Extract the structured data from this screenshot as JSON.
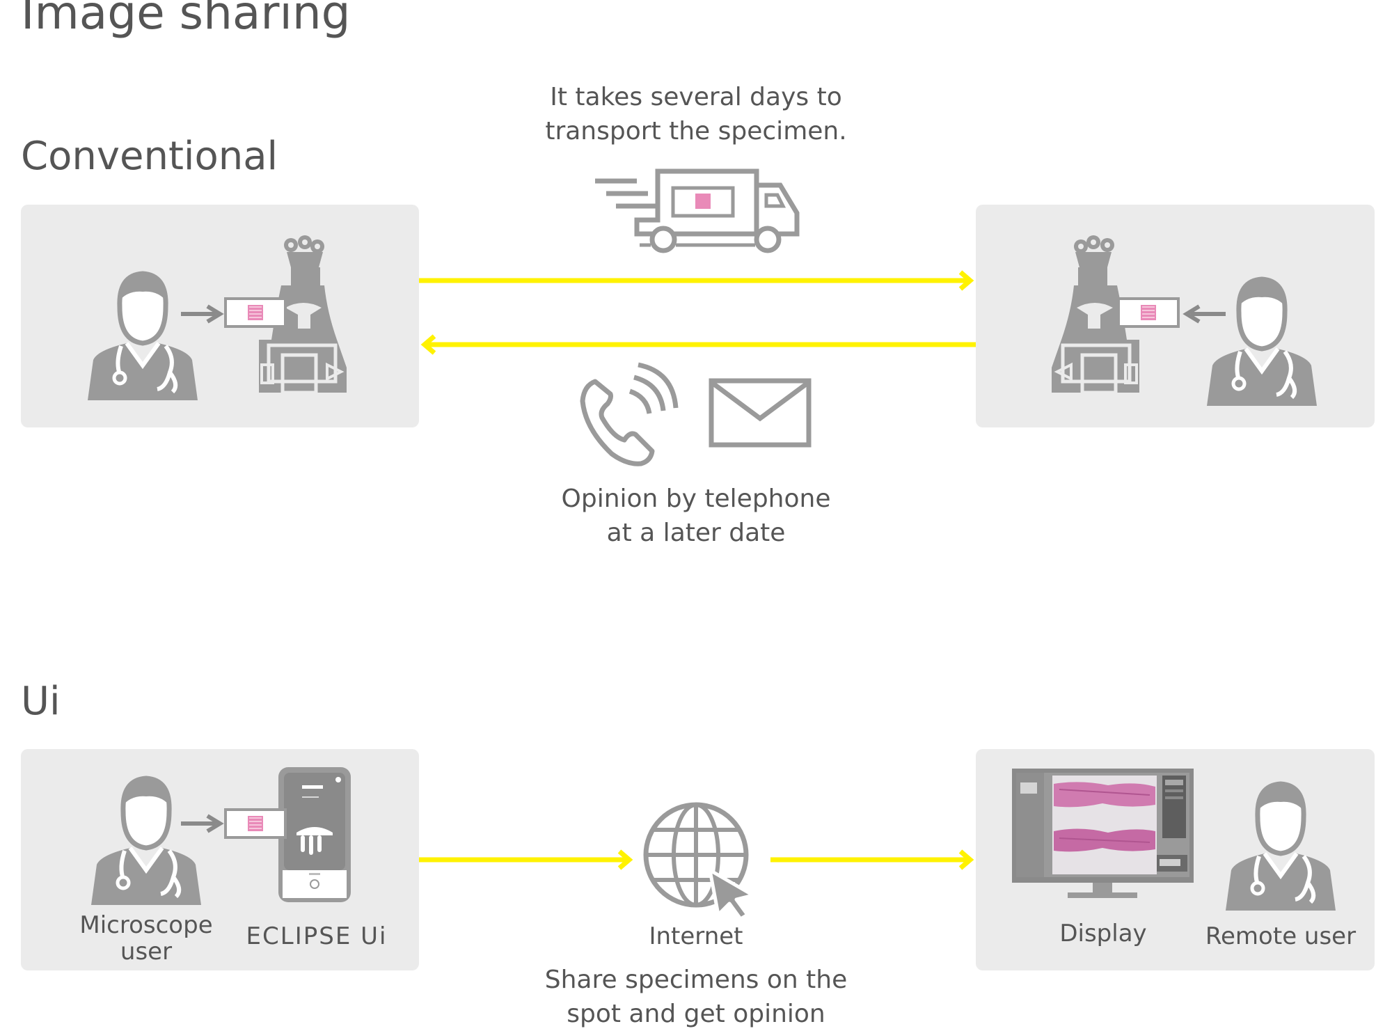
{
  "title": "Image sharing",
  "conventional": {
    "heading": "Conventional",
    "transport_caption": [
      "It takes several days to",
      "transport the specimen."
    ],
    "opinion_caption": [
      "Opinion by telephone",
      "at a later date"
    ]
  },
  "ui": {
    "heading": "Ui",
    "labels": {
      "microscope_user": [
        "Microscope",
        "user"
      ],
      "eclipse": "ECLIPSE Ui",
      "internet": "Internet",
      "display": "Display",
      "remote_user": "Remote user"
    },
    "share_caption": [
      "Share specimens on the",
      "spot and get opinion"
    ]
  },
  "colors": {
    "arrow": "#fff200",
    "icon": "#9a9a9a",
    "panel": "#ebebeb",
    "specimen": "#e98ab8"
  },
  "icons": [
    "doctor-icon",
    "microscope-icon",
    "truck-icon",
    "phone-icon",
    "envelope-icon",
    "globe-icon",
    "cursor-icon",
    "monitor-icon",
    "eclipse-ui-icon"
  ]
}
